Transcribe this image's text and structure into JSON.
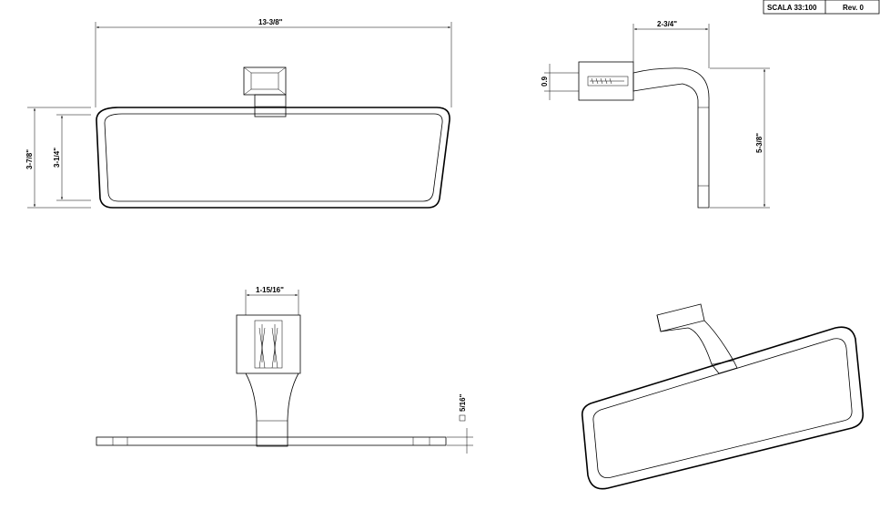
{
  "title_block": {
    "scale": "SCALA 33:100",
    "revision": "Rev. 0"
  },
  "front_view": {
    "overall_width": "13-3/8\"",
    "overall_height": "3-7/8\"",
    "inner_height": "3-1/4\""
  },
  "side_view": {
    "projection": "2-3/4\"",
    "total_height": "5-3/8\"",
    "mount_block": "0.9"
  },
  "top_view": {
    "mount_width": "1-15/16\"",
    "bar_section": "5/16\""
  }
}
